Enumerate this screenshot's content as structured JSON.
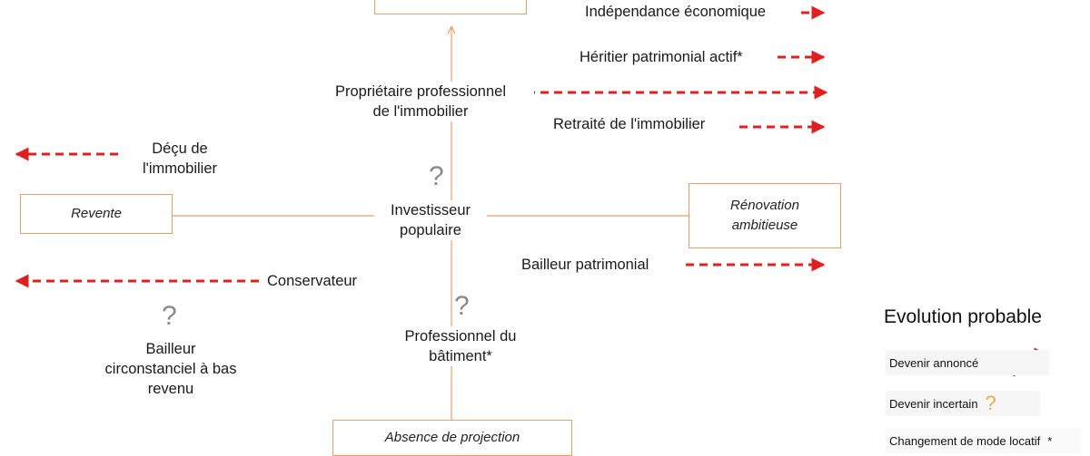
{
  "boxes": {
    "top": "",
    "revente": "Revente",
    "renovation_line1": "Rénovation",
    "renovation_line2": "ambitieuse",
    "absence": "Absence de projection"
  },
  "profiles": {
    "proprietaire_line1": "Propriétaire professionnel",
    "proprietaire_line2": "de l'immobilier",
    "decu_line1": "Déçu de",
    "decu_line2": "l'immobilier",
    "investisseur_line1": "Investisseur",
    "investisseur_line2": "populaire",
    "conservateur": "Conservateur",
    "bailleur_circ_line1": "Bailleur",
    "bailleur_circ_line2": "circonstanciel à bas",
    "bailleur_circ_line3": "revenu",
    "professionnel_line1": "Professionnel du",
    "professionnel_line2": "bâtiment*",
    "bailleur_patrimonial": "Bailleur patrimonial"
  },
  "evolutions": {
    "independance": "Indépendance économique",
    "heritier": "Héritier patrimonial actif*",
    "retraite": "Retraité de l'immobilier"
  },
  "question_mark": "?",
  "legend": {
    "title": "Evolution probable",
    "announced": "Devenir annoncé",
    "uncertain": "Devenir incertain",
    "uncertain_symbol": "?",
    "rental_change": "Changement de mode locatif",
    "rental_change_symbol": "*"
  },
  "colors": {
    "connector": "#e8a06a",
    "arrow": "#e02020",
    "question": "#8a8a8a",
    "legend_question": "#f0a64c"
  }
}
